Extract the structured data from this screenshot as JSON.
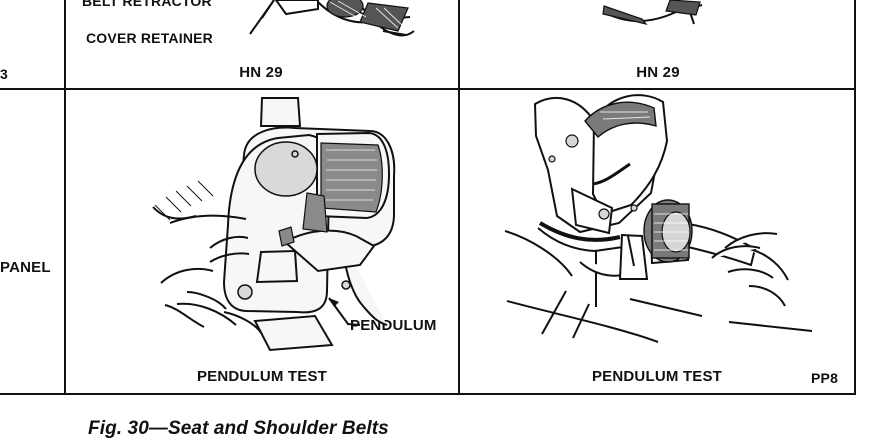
{
  "figure": {
    "caption": "Fig. 30—Seat and Shoulder Belts",
    "code": "PP8"
  },
  "top_row": {
    "left_fragment": "3",
    "callouts": {
      "belt_retractor": "BELT RETRACTOR",
      "cover_retainer": "COVER RETAINER"
    },
    "panel_2_label": "HN 29",
    "panel_3_label": "HN 29"
  },
  "bottom_row": {
    "left_fragment": "PANEL",
    "panel_2": {
      "callout": "PENDULUM",
      "label": "PENDULUM TEST"
    },
    "panel_3": {
      "label": "PENDULUM TEST"
    }
  },
  "theme": {
    "ink": "#111111",
    "paper": "#ffffff"
  }
}
